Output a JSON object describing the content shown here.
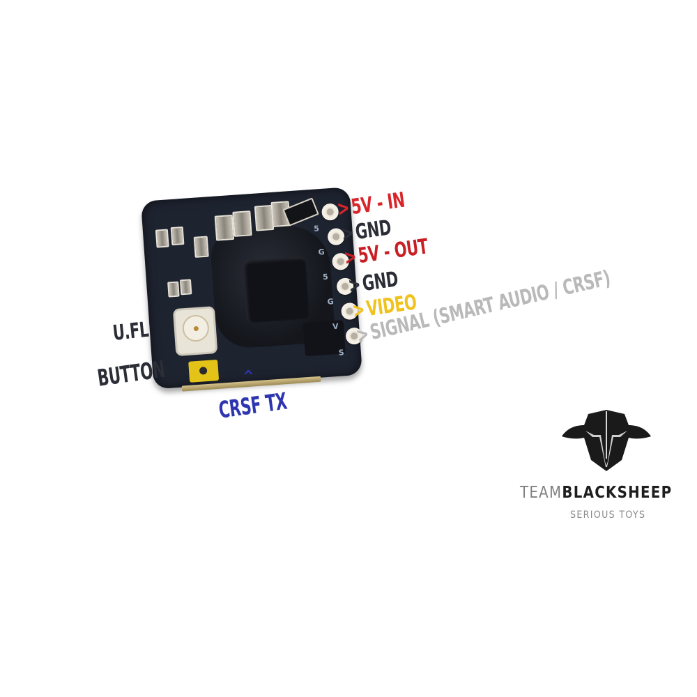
{
  "diagram": {
    "title": "TBS VTX pinout diagram",
    "pin_labels": [
      {
        "id": "5v-in",
        "arrow": ">",
        "text": "5V - IN",
        "color": "#d8242a"
      },
      {
        "id": "gnd-1",
        "arrow": ">",
        "text": "GND",
        "color": "#2b2e36"
      },
      {
        "id": "5v-out",
        "arrow": ">",
        "text": "5V - OUT",
        "color": "#c91f24"
      },
      {
        "id": "gnd-2",
        "arrow": ">",
        "text": "GND",
        "color": "#2b2e36"
      },
      {
        "id": "video",
        "arrow": ">",
        "text": "VIDEO",
        "color": "#f0c21c"
      },
      {
        "id": "signal",
        "arrow": ">",
        "text": "SIGNAL (SMART AUDIO / CRSF)",
        "color": "#b9b9b9"
      }
    ],
    "component_labels": {
      "ufl": {
        "text": "U.FL",
        "color": "#2b2e36"
      },
      "button": {
        "text": "BUTTON",
        "color": "#2b2e36"
      },
      "crsf_tx": {
        "caret": "^",
        "text": "CRSF TX",
        "color": "#2e35b0"
      }
    },
    "silkscreen": [
      "5",
      "G",
      "5",
      "G",
      "V",
      "S"
    ]
  },
  "brand": {
    "team": "TEAM",
    "blacksheep": "BLACKSHEEP",
    "tagline": "SERIOUS TOYS",
    "logo_icon": "sheep-head-logo-icon"
  }
}
